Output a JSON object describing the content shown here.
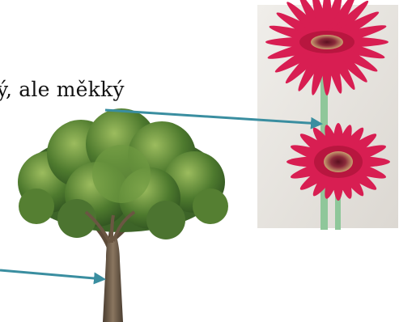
{
  "slide": {
    "caption": "ý, ale měkký"
  },
  "colors": {
    "arrow": "#3a8ea0",
    "petal": "#d81e52",
    "stem": "#8fc79a",
    "photo_bg": "#e9e6e1",
    "foliage": "#5f8a3a",
    "trunk": "#6e5a45"
  },
  "icons": {
    "flower": "gerbera-photo",
    "tree": "tree-illustration"
  }
}
